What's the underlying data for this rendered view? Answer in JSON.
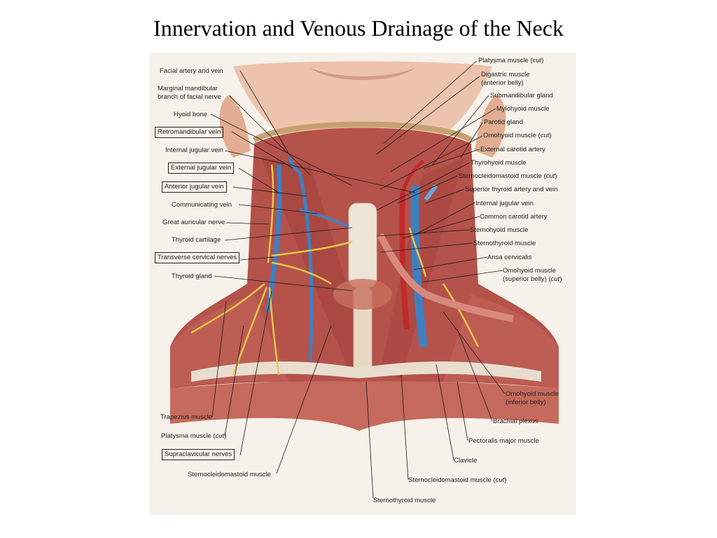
{
  "title": "Innervation and Venous Drainage of the Neck",
  "figure": {
    "colors": {
      "background": "#f6f1ea",
      "muscle": "#b5524a",
      "muscle_dark": "#8e3a34",
      "skin": "#e8b8a0",
      "vein": "#3f7fc0",
      "vein_light": "#6aa6dc",
      "artery": "#c22a2a",
      "nerve": "#e6c64a",
      "gland": "#d9a860",
      "cartilage": "#eee4d8",
      "leader": "#1a1a1a"
    },
    "labels_left": [
      {
        "id": "facial-artery-vein",
        "text": "Facial artery and vein"
      },
      {
        "id": "marginal-mandibular",
        "text": "Marginal mandibular\nbranch of facial nerve"
      },
      {
        "id": "hyoid-bone",
        "text": "Hyoid bone"
      },
      {
        "id": "retromandibular-vein",
        "text": "Retromandibular vein"
      },
      {
        "id": "internal-jugular-vein-l",
        "text": "Internal jugular vein"
      },
      {
        "id": "external-jugular-vein",
        "text": "External jugular vein"
      },
      {
        "id": "anterior-jugular-vein",
        "text": "Anterior jugular vein"
      },
      {
        "id": "communicating-vein",
        "text": "Communicating vein"
      },
      {
        "id": "great-auricular-nerve",
        "text": "Great auricular nerve"
      },
      {
        "id": "thyroid-cartilage",
        "text": "Thyroid cartilage"
      },
      {
        "id": "transverse-cervical-nerves",
        "text": "Transverse cervical nerves"
      },
      {
        "id": "thyroid-gland",
        "text": "Thyroid gland"
      },
      {
        "id": "trapezius-muscle",
        "text": "Trapezius muscle"
      },
      {
        "id": "platysma-muscle-cut-l",
        "text": "Platysma muscle (cut)"
      },
      {
        "id": "supraclavicular-nerves",
        "text": "Supraclavicular nerves"
      },
      {
        "id": "scm-bottom",
        "text": "Sternocleidomastoid muscle"
      }
    ],
    "labels_right": [
      {
        "id": "platysma-muscle-cut-r",
        "text": "Platysma muscle (cut)"
      },
      {
        "id": "digastric-muscle",
        "text": "Digastric muscle\n(anterior belly)"
      },
      {
        "id": "submandibular-gland",
        "text": "Submandibular gland"
      },
      {
        "id": "mylohyoid-muscle",
        "text": "Mylohyoid muscle"
      },
      {
        "id": "parotid-gland",
        "text": "Parotid gland"
      },
      {
        "id": "omohyoid-muscle-cut",
        "text": "Omohyoid muscle (cut)"
      },
      {
        "id": "external-carotid-artery",
        "text": "External carotid artery"
      },
      {
        "id": "thyrohyoid-muscle",
        "text": "Thyrohyoid muscle"
      },
      {
        "id": "scm-cut-r",
        "text": "Sternocleidomastoid muscle (cut)"
      },
      {
        "id": "superior-thyroid",
        "text": "Superior thyroid artery and vein"
      },
      {
        "id": "internal-jugular-vein-r",
        "text": "Internal jugular vein"
      },
      {
        "id": "common-carotid-artery",
        "text": "Common carotid artery"
      },
      {
        "id": "sternohyoid-muscle",
        "text": "Sternohyoid muscle"
      },
      {
        "id": "sternothyroid-muscle-r",
        "text": "Sternothyroid muscle"
      },
      {
        "id": "ansa-cervicalis",
        "text": "Ansa cervicalis"
      },
      {
        "id": "omohyoid-superior",
        "text": "Omohyoid muscle\n(superior belly) (cut)"
      },
      {
        "id": "omohyoid-inferior",
        "text": "Omohyoid muscle\n(inferior belly)"
      },
      {
        "id": "brachial-plexus",
        "text": "Brachial plexus"
      },
      {
        "id": "pectoralis-major",
        "text": "Pectoralis major muscle"
      },
      {
        "id": "clavicle",
        "text": "Clavicle"
      },
      {
        "id": "scm-cut-bottom",
        "text": "Sternocleidomastoid muscle (cut)"
      },
      {
        "id": "sternothyroid-bottom",
        "text": "Sternothyroid muscle"
      }
    ]
  }
}
